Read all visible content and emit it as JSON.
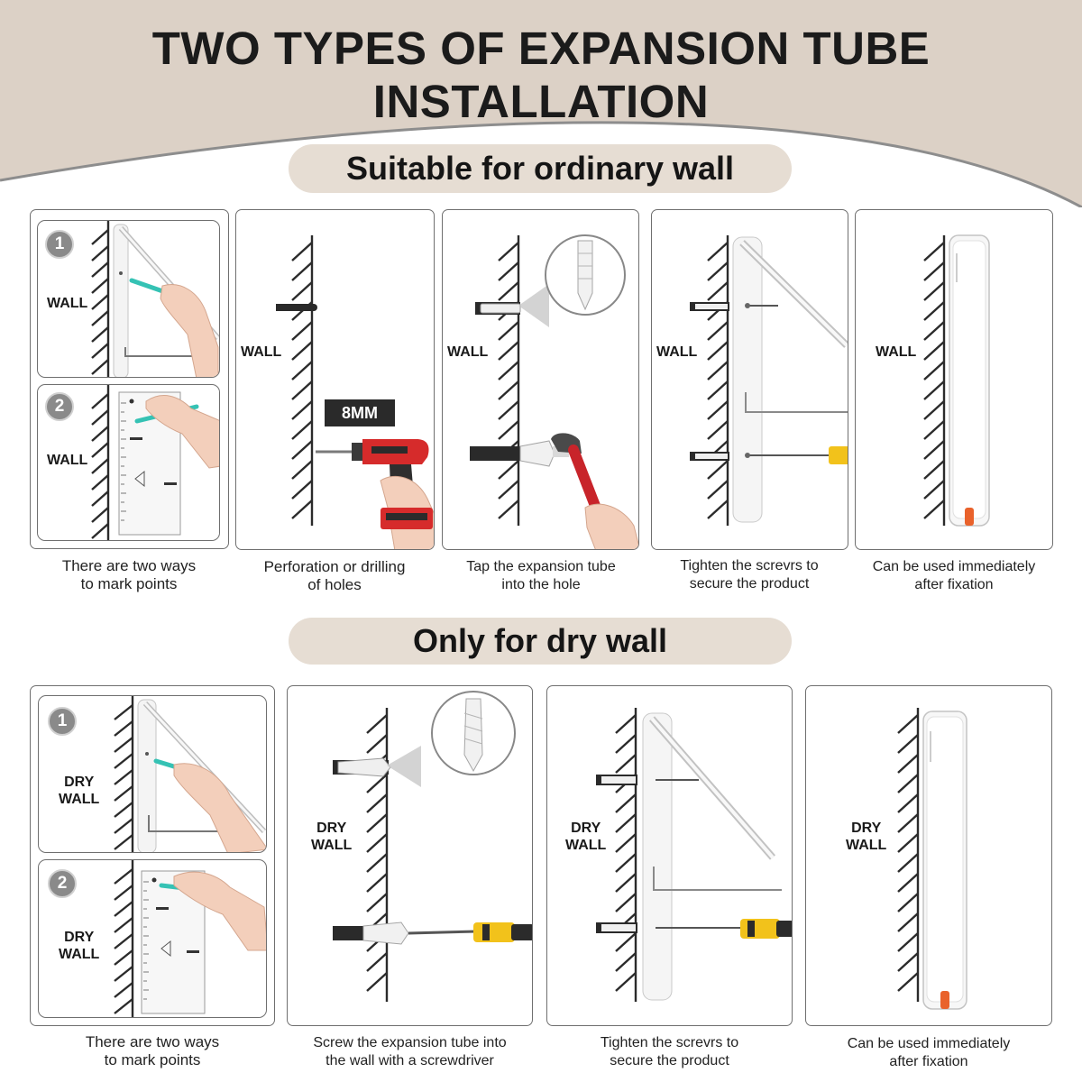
{
  "title": "TWO TYPES OF EXPANSION TUBE INSTALLATION",
  "section_ordinary": {
    "heading": "Suitable for ordinary wall",
    "wall_label": "WALL",
    "step_badges": [
      "1",
      "2"
    ],
    "drill_size": "8MM",
    "captions": [
      "There are two ways\nto mark points",
      "Perforation or drilling\nof holes",
      "Tap the expansion tube\ninto the hole",
      "Tighten the screvrs to\nsecure the product",
      "Can be used immediately\nafter fixation"
    ]
  },
  "section_drywall": {
    "heading": "Only for dry wall",
    "wall_label": "DRY\nWALL",
    "step_badges": [
      "1",
      "2"
    ],
    "captions": [
      "There are two ways\nto mark points",
      "Screw the expansion tube into\nthe wall with a screwdriver",
      "Tighten the screvrs to\nsecure the product",
      "Can be used immediately\nafter fixation"
    ]
  },
  "colors": {
    "header_band": "#dcd1c6",
    "pill": "#e6ddd3",
    "hand_pencil": "#35c2b4",
    "screwdriver_handle": "#f2c21b",
    "drill_body": "#d62b2b",
    "hammer_handle": "#c8242a",
    "hanger_tab": "#e9622b"
  }
}
